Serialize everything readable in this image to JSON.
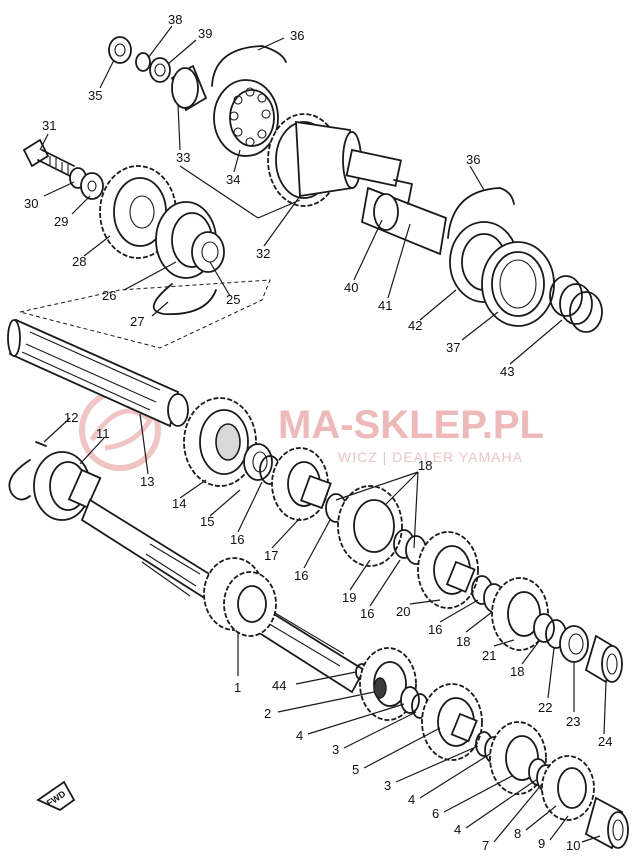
{
  "watermark": {
    "brand": "MA-SKLEP.PL",
    "dealer_line": "WICZ | DEALER YAMAHA",
    "color": "#efb9b9"
  },
  "fwd_badge": {
    "label": "FWD",
    "icon": "forward-arrow-icon"
  },
  "callouts": [
    "38",
    "39",
    "36",
    "35",
    "31",
    "33",
    "34",
    "30",
    "29",
    "28",
    "32",
    "26",
    "25",
    "27",
    "40",
    "41",
    "36",
    "42",
    "37",
    "43",
    "12",
    "11",
    "13",
    "14",
    "15",
    "16",
    "17",
    "18",
    "16",
    "19",
    "16",
    "20",
    "16",
    "18",
    "21",
    "18",
    "22",
    "23",
    "24",
    "44",
    "1",
    "2",
    "4",
    "3",
    "5",
    "3",
    "4",
    "6",
    "4",
    "7",
    "8",
    "9",
    "10"
  ]
}
